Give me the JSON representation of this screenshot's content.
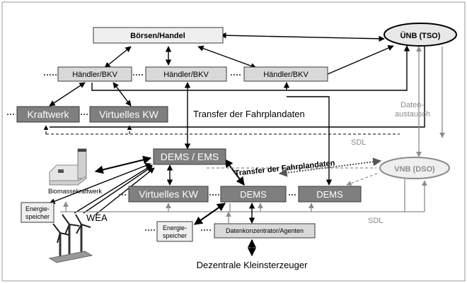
{
  "nodes": {
    "boersen": "Börsen/Handel",
    "uenb": "ÜNB (TSO)",
    "haendler1": "Händler/BKV",
    "haendler2": "Händler/BKV",
    "haendler3": "Händler/BKV",
    "kraftwerk": "Kraftwerk",
    "vkw_top": "Virtuelles KW",
    "dems_ems": "DEMS / EMS",
    "vnb": "VNB (DSO)",
    "vkw_bottom": "Virtuelles KW",
    "dems_mid": "DEMS",
    "dems_right": "DEMS",
    "biomasse": "Biomassekraftwerk",
    "energiespeicher_left_1": "Energie-",
    "energiespeicher_left_2": "speicher",
    "wea": "WEA",
    "energiespeicher_bot_1": "Energie-",
    "energiespeicher_bot_2": "speicher",
    "datenkonzentrator": "Datenkonzentrator/Agenten",
    "dezentrale": "Dezentrale Kleinsterzeuger"
  },
  "labels": {
    "transfer_top": "Transfer der Fahrplandaten",
    "transfer_mid": "Transfer der Fahrplandaten",
    "daten_1": "Daten-",
    "daten_2": "austausch",
    "sdl_top": "SDL",
    "sdl_bottom": "SDL"
  },
  "colors": {
    "light_box": "#d9d9d9",
    "dark_box": "#7f7f7f",
    "line": "#000000",
    "grey_line": "#8c8c8c"
  }
}
